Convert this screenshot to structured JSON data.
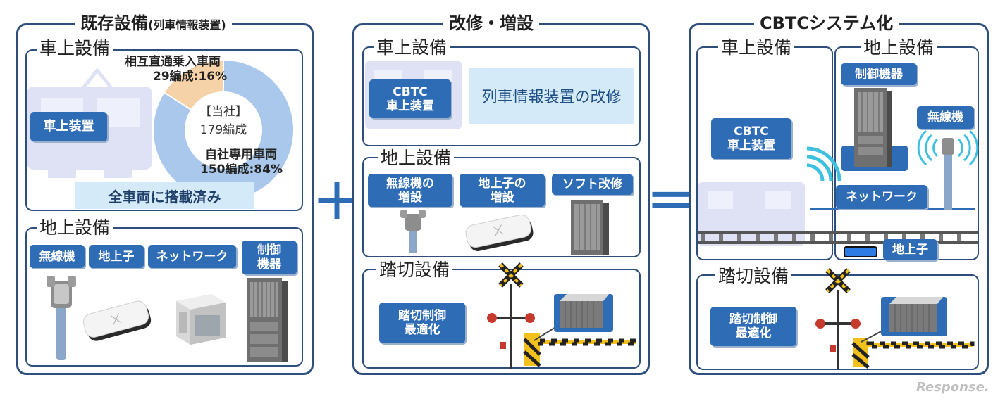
{
  "panel1": {
    "title": "既存設備",
    "title_sub": "(列車情報装置)",
    "onboard": {
      "title": "車上設備",
      "device_label": "車上装置",
      "donut": {
        "center_line1": "【当社】",
        "center_line2": "179編成",
        "slice1_line1": "相互直通乗入車両",
        "slice1_line2": "29編成:16%",
        "slice2_line1": "自社専用車両",
        "slice2_line2": "150編成:84%"
      },
      "banner": "全車両に搭載済み"
    },
    "ground": {
      "title": "地上設備",
      "items": [
        "無線機",
        "地上子",
        "ネットワーク"
      ],
      "ctrl_line1": "制御",
      "ctrl_line2": "機器"
    }
  },
  "plus_sign": "＋",
  "panel2": {
    "title": "改修・増設",
    "onboard": {
      "title": "車上設備",
      "device_line1": "CBTC",
      "device_line2": "車上装置",
      "info": "列車情報装置の改修"
    },
    "ground": {
      "title": "地上設備",
      "item1_line1": "無線機の",
      "item1_line2": "増設",
      "item2_line1": "地上子の",
      "item2_line2": "増設",
      "item3": "ソフト改修"
    },
    "crossing": {
      "title": "踏切設備",
      "label_line1": "踏切制御",
      "label_line2": "最適化"
    }
  },
  "equal_sign": "＝",
  "panel3": {
    "title": "CBTCシステム化",
    "onboard_title": "車上設備",
    "ground_title": "地上設備",
    "cbtc_line1": "CBTC",
    "cbtc_line2": "車上装置",
    "control": "制御機器",
    "radio": "無線機",
    "network": "ネットワーク",
    "balise": "地上子",
    "crossing": {
      "title": "踏切設備",
      "label_line1": "踏切制御",
      "label_line2": "最適化"
    }
  },
  "watermark": "Response.",
  "donut_data": {
    "type": "pie",
    "values": [
      16,
      84
    ],
    "colors": [
      "#f6d2a8",
      "#a9c8ec"
    ]
  },
  "colors": {
    "frame": "#2e4f7d",
    "button": "#2f6cb6",
    "light_box": "#d5eaf9",
    "train": "#dfe2f5"
  }
}
